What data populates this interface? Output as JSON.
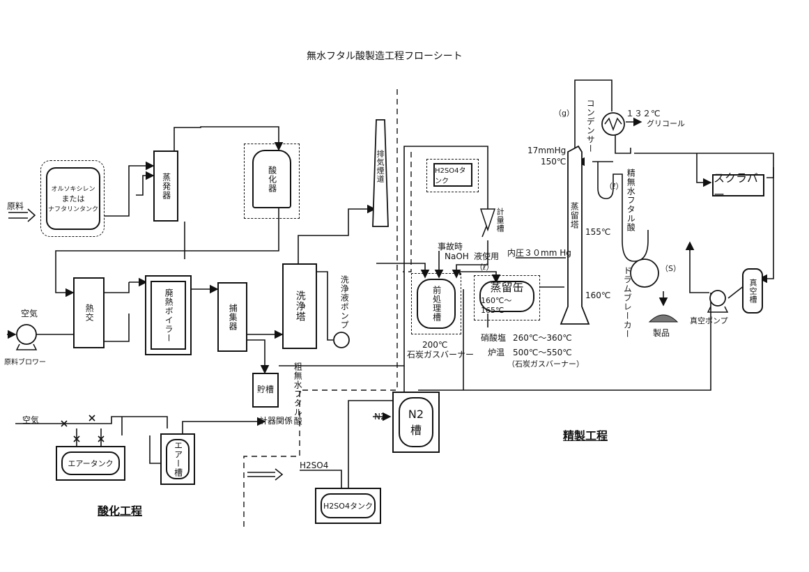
{
  "diagram": {
    "title": "無水フタル酸製造工程フローシート",
    "sections": {
      "oxidation": "酸化工程",
      "refining": "精製工程"
    },
    "labels": {
      "raw_material": "原料",
      "raw_tank_l1": "オルソキシレン",
      "raw_tank_l2": "または",
      "raw_tank_l3": "ナフタリンタンク",
      "evaporator": "蒸発器",
      "oxidizer": "酸化器",
      "air_left": "空気",
      "blower": "原料ブロワー",
      "heat_exchanger": "熱交",
      "waste_heat_boiler": "廃熱ボイラー",
      "collector": "捕集器",
      "scrubber_tower": "洗浄塔",
      "wash_pump": "洗浄液ポンプ",
      "exhaust_stack": "排気煙道",
      "storage_tank": "貯槽",
      "crude_pa": "粗無水フタル酸",
      "air_lower": "空気",
      "air_tank": "エアータンク",
      "air_receiver": "エアー槽",
      "instrument": "計器関係",
      "h2so4_tank_top": "H2SO4タンク",
      "metering_tank": "計量槽",
      "emergency": "事故時",
      "naoh": "NaOH",
      "naoh_suffix": "液使用",
      "pre_treat_tank": "前処理槽",
      "pre_treat_temp": "200℃",
      "pre_treat_heat": "石炭ガスバーナー",
      "still": "蒸留缶",
      "still_temp": "160℃～165℃",
      "internal_pressure": "内圧３０mm Hg",
      "nitrate_bath": "硝酸塩",
      "nitrate_temp": "260℃～360℃",
      "furnace_temp_label": "炉温",
      "furnace_temp": "500℃～550℃",
      "furnace_heat": "（石炭ガスバーナー）",
      "distill_column": "蒸留塔",
      "pressure_top": "17mmHg",
      "temp_top": "150℃",
      "temp_mid": "155℃",
      "temp_bottom": "160℃",
      "condenser": "コンデンサー",
      "condenser_temp": "１３２℃",
      "glycol": "グリコール",
      "phase_g": "（g）",
      "phase_l_upper": "（ℓ）",
      "phase_l_lower": "（ℓ）",
      "phase_s": "（S）",
      "purified_pa": "精無水フタル酸",
      "drum_breaker": "ドラムブレーカー",
      "product": "製品",
      "scrubber": "スクラバー",
      "vacuum_tank": "真空槽",
      "vacuum_pump": "真空ポンプ",
      "n2": "N2",
      "n2_tank": "N2",
      "n2_tank_suffix": "槽",
      "h2so4_in": "H2SO4",
      "h2so4_tank_bottom": "H2SO4タンク"
    }
  }
}
